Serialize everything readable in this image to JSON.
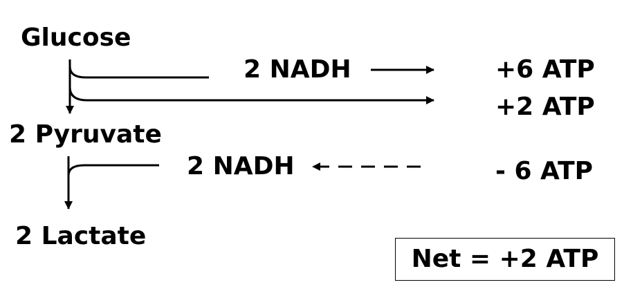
{
  "molecules": {
    "glucose": "Glucose",
    "pyruvate": "2 Pyruvate",
    "lactate": "2 Lactate"
  },
  "cofactors": {
    "nadh_produced": "2 NADH",
    "nadh_consumed": "2 NADH"
  },
  "atp": {
    "from_nadh": "+6 ATP",
    "substrate_level": "+2 ATP",
    "consumed": "- 6 ATP"
  },
  "summary": {
    "net": "Net = +2 ATP"
  },
  "colors": {
    "ink": "#000000",
    "background": "#ffffff"
  }
}
